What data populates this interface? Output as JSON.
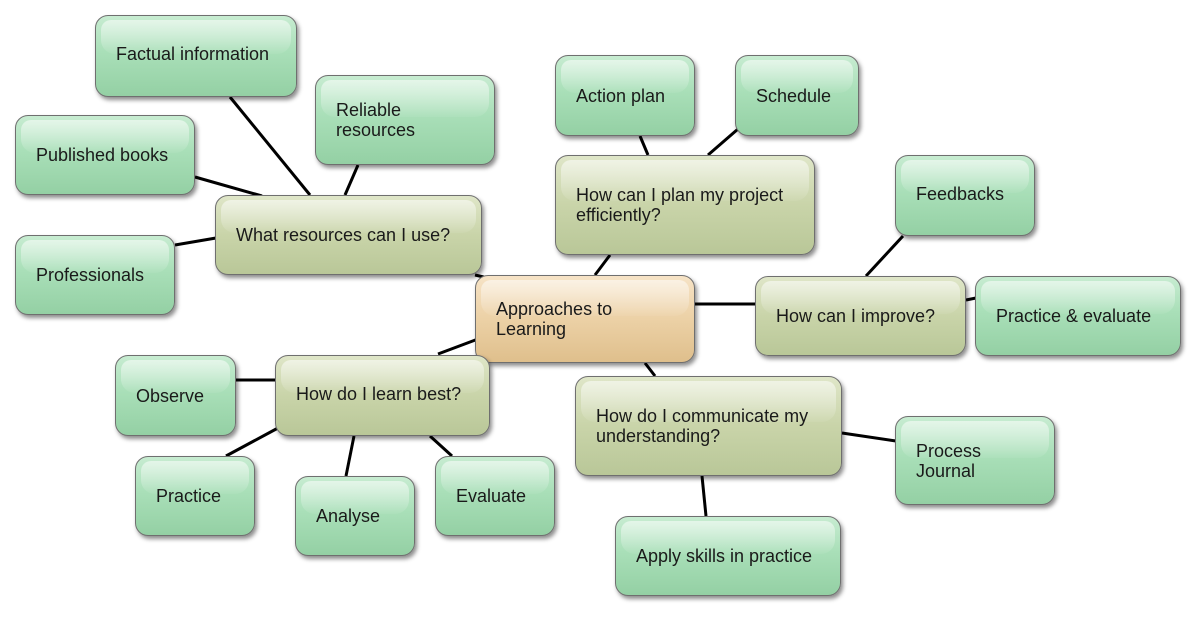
{
  "diagram": {
    "center": "Approaches to Learning",
    "branches": [
      {
        "label": "What resources can I use?",
        "children": [
          "Factual information",
          "Reliable resources",
          "Published books",
          "Professionals"
        ]
      },
      {
        "label": "How can I plan my project efficiently?",
        "children": [
          "Action plan",
          "Schedule"
        ]
      },
      {
        "label": "How can I improve?",
        "children": [
          "Feedbacks",
          "Practice & evaluate"
        ]
      },
      {
        "label": "How do I learn best?",
        "children": [
          "Observe",
          "Practice",
          "Analyse",
          "Evaluate"
        ]
      },
      {
        "label": "How do I communicate my understanding?",
        "children": [
          "Process Journal",
          "Apply skills in practice"
        ]
      }
    ]
  },
  "colors": {
    "leaf_fill": "#a9dfb8",
    "hub_fill": "#c9d4a9",
    "center_fill": "#ecd1a6",
    "connector": "#000000"
  }
}
